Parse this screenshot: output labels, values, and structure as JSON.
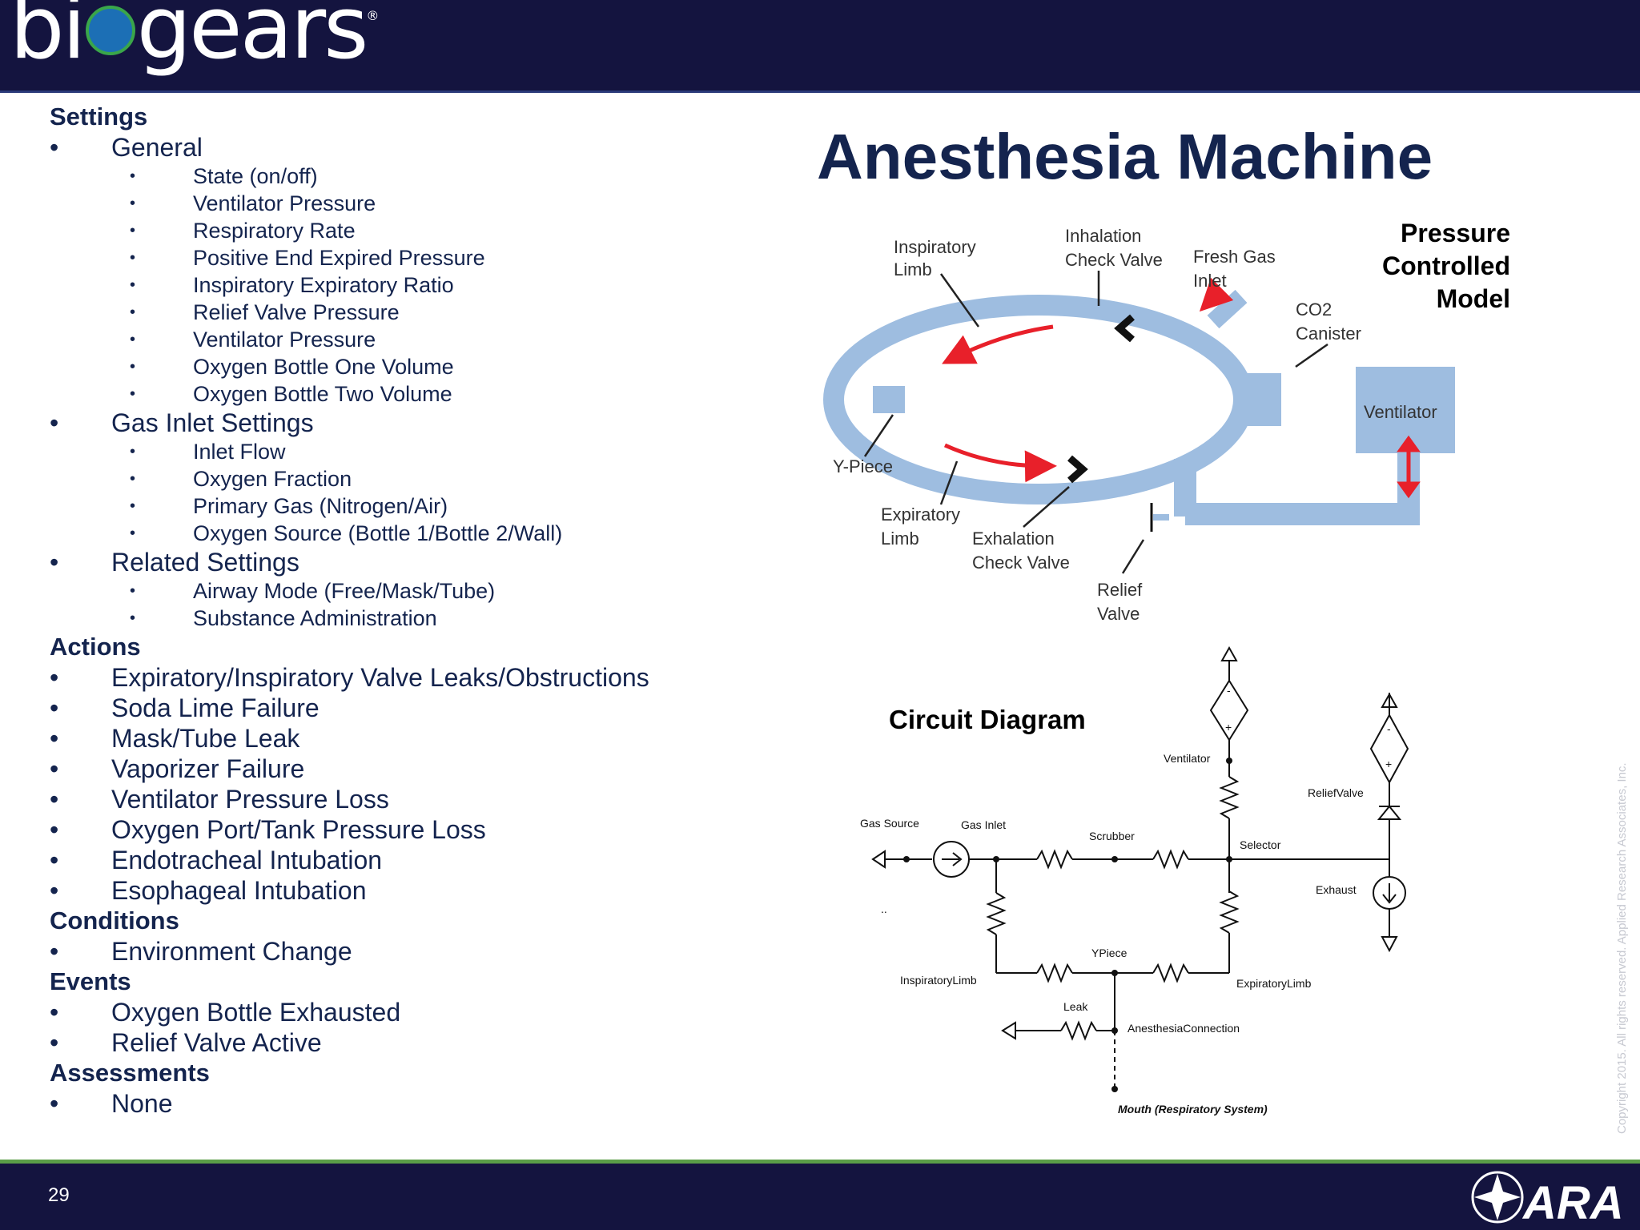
{
  "brand": {
    "logo_text": "biogears",
    "registered_mark": "®",
    "footer_logo": "ARA"
  },
  "page_number": "29",
  "title": "Anesthesia Machine",
  "model_label": [
    "Pressure",
    "Controlled",
    "Model"
  ],
  "copyright": "Copyright 2015. All rights reserved. Applied Research Associates, Inc.",
  "outline": {
    "settings": {
      "heading": "Settings",
      "general_label": "General",
      "general_items": [
        "State (on/off)",
        "Ventilator Pressure",
        "Respiratory Rate",
        "Positive End Expired Pressure",
        "Inspiratory Expiratory Ratio",
        "Relief Valve Pressure",
        "Ventilator Pressure",
        "Oxygen Bottle One Volume",
        "Oxygen Bottle Two Volume"
      ],
      "gas_inlet_label": "Gas Inlet Settings",
      "gas_inlet_items": [
        "Inlet Flow",
        "Oxygen Fraction",
        "Primary Gas (Nitrogen/Air)",
        "Oxygen Source (Bottle 1/Bottle 2/Wall)"
      ],
      "related_label": "Related Settings",
      "related_items": [
        "Airway Mode (Free/Mask/Tube)",
        "Substance Administration"
      ]
    },
    "actions": {
      "heading": "Actions",
      "items": [
        "Expiratory/Inspiratory Valve Leaks/Obstructions",
        "Soda Lime Failure",
        "Mask/Tube Leak",
        "Vaporizer Failure",
        "Ventilator Pressure Loss",
        "Oxygen Port/Tank Pressure Loss",
        "Endotracheal Intubation",
        "Esophageal Intubation"
      ]
    },
    "conditions": {
      "heading": "Conditions",
      "items": [
        "Environment Change"
      ]
    },
    "events": {
      "heading": "Events",
      "items": [
        "Oxygen Bottle Exhausted",
        "Relief Valve Active"
      ]
    },
    "assessments": {
      "heading": "Assessments",
      "items": [
        "None"
      ]
    }
  },
  "machine_diagram": {
    "inspiratory_limb": [
      "Inspiratory",
      "Limb"
    ],
    "inhalation_check_valve": [
      "Inhalation",
      "Check Valve"
    ],
    "fresh_gas_inlet": [
      "Fresh Gas",
      "Inlet"
    ],
    "co2_canister": [
      "CO2",
      "Canister"
    ],
    "ventilator": "Ventilator",
    "y_piece": "Y-Piece",
    "expiratory_limb": [
      "Expiratory",
      "Limb"
    ],
    "exhalation_check_valve": [
      "Exhalation",
      "Check Valve"
    ],
    "relief_valve": [
      "Relief",
      "Valve"
    ]
  },
  "circuit_diagram": {
    "title": "Circuit Diagram",
    "labels": {
      "ventilator": "Ventilator",
      "relief_valve": "ReliefValve",
      "gas_source": "Gas Source",
      "gas_inlet": "Gas Inlet",
      "scrubber": "Scrubber",
      "selector": "Selector",
      "exhaust": "Exhaust",
      "y_piece": "YPiece",
      "inspiratory_limb": "InspiratoryLimb",
      "expiratory_limb": "ExpiratoryLimb",
      "leak": "Leak",
      "anesthesia_connection": "AnesthesiaConnection",
      "mouth": "Mouth (Respiratory System)",
      "minus": "-",
      "plus": "+",
      "stray_mark": ".."
    }
  },
  "colors": {
    "navy": "#14143f",
    "text_navy": "#14244e",
    "green_rule": "#5a9e48",
    "tube_blue": "#9ebde0",
    "arrow_red": "#e8202a"
  }
}
